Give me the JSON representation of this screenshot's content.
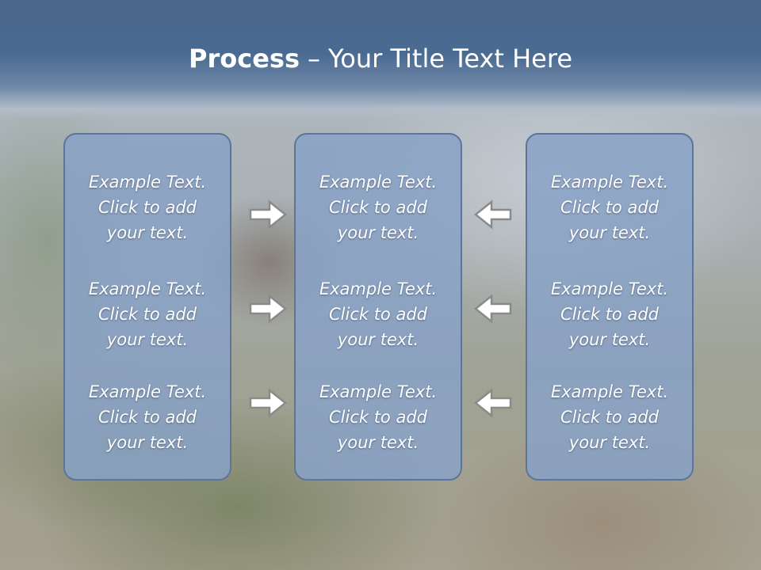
{
  "slide": {
    "title_bold": "Process",
    "title_separator": "–",
    "title_rest": "Your Title Text Here"
  },
  "columns": [
    {
      "items": [
        [
          "Example Text.",
          "Click  to add",
          "your text."
        ],
        [
          "Example Text.",
          "Click  to add",
          "your text."
        ],
        [
          "Example Text.",
          "Click  to add",
          "your text."
        ]
      ]
    },
    {
      "items": [
        [
          "Example Text.",
          "Click  to add",
          "your text."
        ],
        [
          "Example Text.",
          "Click  to add",
          "your text."
        ],
        [
          "Example Text.",
          "Click  to add",
          "your text."
        ]
      ]
    },
    {
      "items": [
        [
          "Example Text.",
          "Click  to add",
          "your text."
        ],
        [
          "Example Text.",
          "Click  to add",
          "your text."
        ],
        [
          "Example Text.",
          "Click  to add",
          "your text."
        ]
      ]
    }
  ],
  "arrows": {
    "left_group_direction": "right",
    "right_group_direction": "left",
    "icon": "outline-arrow-icon",
    "fill": "#ffffff",
    "stroke": "#8a8a8a"
  },
  "colors": {
    "header": "#4a6a92",
    "panel_fill": "#88a2c6",
    "panel_border": "#5d7596",
    "text": "#ffffff"
  }
}
